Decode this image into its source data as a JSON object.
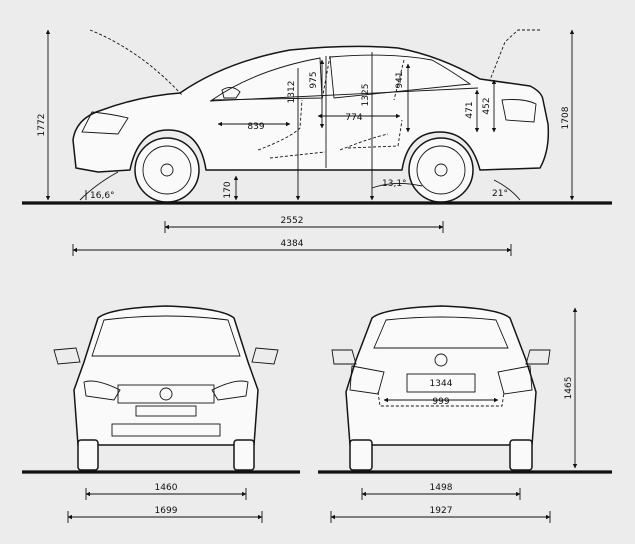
{
  "side_view": {
    "overall_height": "1772",
    "rear_height": "1708",
    "front_headroom": "975",
    "front_interior_height": "1312",
    "front_seat_length": "839",
    "rear_interior_height": "1325",
    "rear_headroom": "941",
    "rear_seat_length": "774",
    "trunk_height": "471",
    "trunk_opening": "452",
    "ground_clearance": "170",
    "approach_angle": "16,6°",
    "ramp_angle": "13,1°",
    "departure_angle": "21°",
    "wheelbase": "2552",
    "overall_length": "4384"
  },
  "front_view": {
    "track_front": "1460",
    "width_front": "1699"
  },
  "rear_view": {
    "trunk_width": "1344",
    "trunk_opening_width": "999",
    "height": "1465",
    "track_rear": "1498",
    "width_with_mirrors": "1927"
  }
}
